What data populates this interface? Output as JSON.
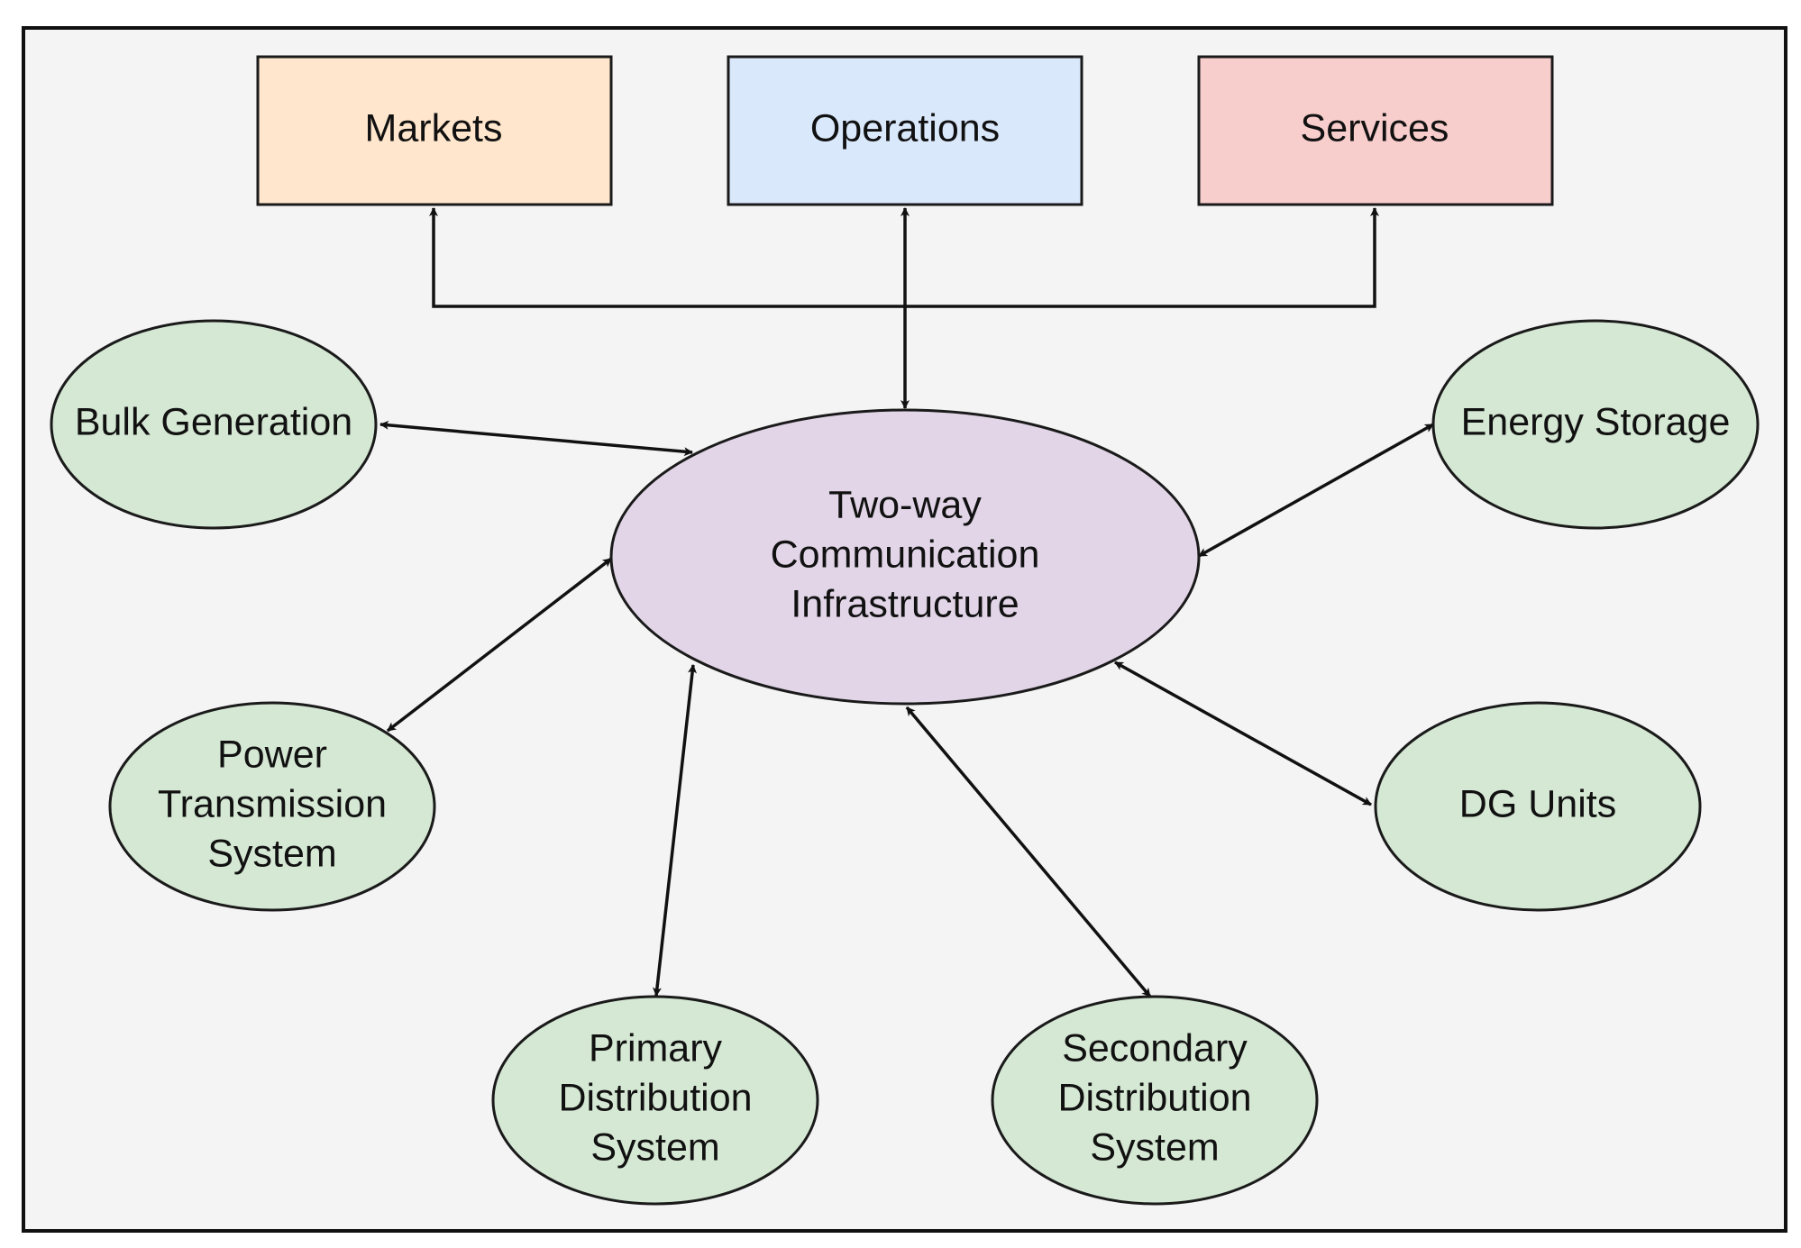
{
  "colors": {
    "frame_bg": "#f4f4f4",
    "markets_fill": "#ffe6cc",
    "operations_fill": "#dae8fc",
    "services_fill": "#f8cecc",
    "hub_fill": "#e1d5e7",
    "node_fill": "#d5e8d4",
    "stroke": "#1a1a1a"
  },
  "boxes": {
    "markets": "Markets",
    "operations": "Operations",
    "services": "Services"
  },
  "hub": {
    "line1": "Two-way",
    "line2": "Communication",
    "line3": "Infrastructure"
  },
  "nodes": {
    "bulk_generation": "Bulk Generation",
    "energy_storage": "Energy Storage",
    "power_transmission": {
      "line1": "Power",
      "line2": "Transmission",
      "line3": "System"
    },
    "dg_units": "DG Units",
    "primary_distribution": {
      "line1": "Primary",
      "line2": "Distribution",
      "line3": "System"
    },
    "secondary_distribution": {
      "line1": "Secondary",
      "line2": "Distribution",
      "line3": "System"
    }
  },
  "connections": [
    {
      "from": "Two-way Communication Infrastructure",
      "to": "Markets",
      "arrows": "both"
    },
    {
      "from": "Two-way Communication Infrastructure",
      "to": "Operations",
      "arrows": "both"
    },
    {
      "from": "Two-way Communication Infrastructure",
      "to": "Services",
      "arrows": "both"
    },
    {
      "from": "Two-way Communication Infrastructure",
      "to": "Bulk Generation",
      "arrows": "both"
    },
    {
      "from": "Two-way Communication Infrastructure",
      "to": "Energy Storage",
      "arrows": "both"
    },
    {
      "from": "Two-way Communication Infrastructure",
      "to": "Power Transmission System",
      "arrows": "both"
    },
    {
      "from": "Two-way Communication Infrastructure",
      "to": "DG Units",
      "arrows": "both"
    },
    {
      "from": "Two-way Communication Infrastructure",
      "to": "Primary Distribution System",
      "arrows": "both"
    },
    {
      "from": "Two-way Communication Infrastructure",
      "to": "Secondary Distribution System",
      "arrows": "both"
    }
  ]
}
